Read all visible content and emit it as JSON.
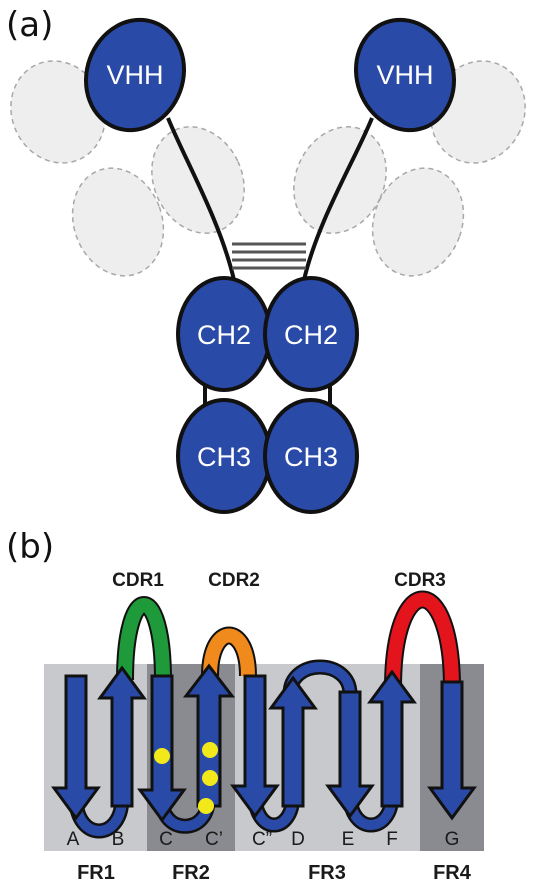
{
  "panel_a": {
    "label": "(a)",
    "domains": {
      "vhh_left": "VHH",
      "vhh_right": "VHH",
      "ch2_left": "CH2",
      "ch2_right": "CH2",
      "ch3_left": "CH3",
      "ch3_right": "CH3"
    }
  },
  "panel_b": {
    "label": "(b)",
    "cdrs": {
      "cdr1": "CDR1",
      "cdr2": "CDR2",
      "cdr3": "CDR3"
    },
    "strands": [
      "A",
      "B",
      "C",
      "C’",
      "C”",
      "D",
      "E",
      "F",
      "G"
    ],
    "frameworks": [
      "FR1",
      "FR2",
      "FR3",
      "FR4"
    ]
  },
  "colors": {
    "domain_blue": "#2a4aa8",
    "ghost_fill": "#eeeeee",
    "ghost_stroke": "#a8a8a8",
    "panel_light": "#c8c9cc",
    "panel_dark": "#8a8b90",
    "cdr1": "#1f9a3a",
    "cdr2": "#f08a1c",
    "cdr3": "#e4141c",
    "hallmark_dots": "#f2e81a"
  }
}
